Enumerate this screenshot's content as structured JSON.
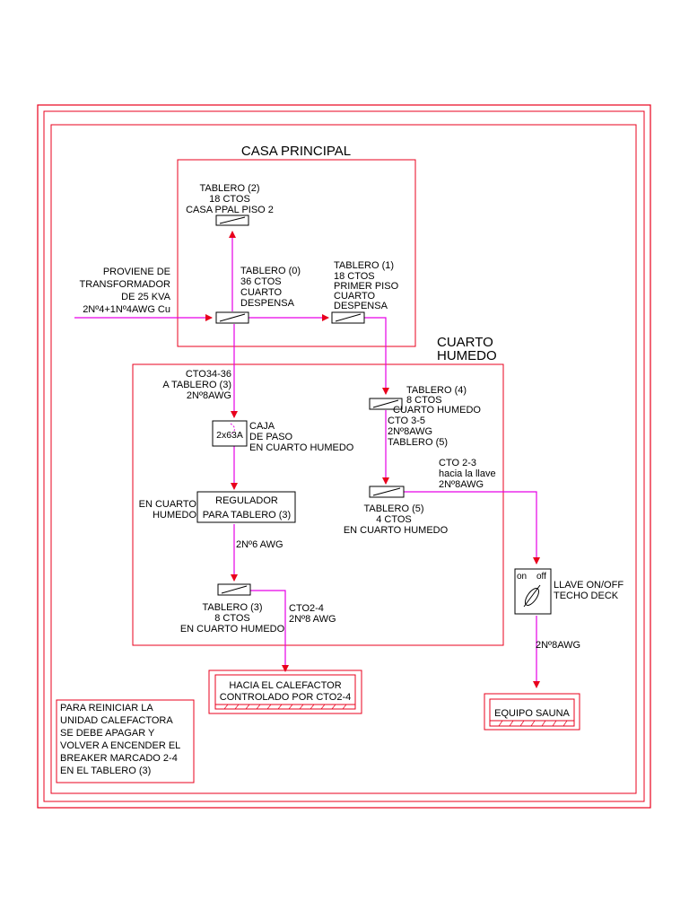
{
  "areas": {
    "casa_principal": "CASA PRINCIPAL",
    "cuarto_humedo": [
      "CUARTO",
      "HUMEDO"
    ]
  },
  "source": [
    "PROVIENE DE",
    "TRANSFORMADOR",
    "DE 25 KVA",
    "2Nº4+1Nº4AWG Cu"
  ],
  "boards": {
    "t0": [
      "TABLERO (0)",
      "36 CTOS",
      "CUARTO",
      "DESPENSA"
    ],
    "t1": [
      "TABLERO (1)",
      "18 CTOS",
      "PRIMER  PISO",
      "CUARTO",
      "DESPENSA"
    ],
    "t2": [
      "TABLERO (2)",
      "18 CTOS",
      "CASA PPAL PISO 2"
    ],
    "t4": [
      "TABLERO (4)",
      "8 CTOS",
      "CUARTO HUMEDO"
    ],
    "t5": [
      "TABLERO (5)",
      "4 CTOS",
      "EN CUARTO HUMEDO"
    ],
    "t3": [
      "TABLERO (3)",
      "8 CTOS",
      "EN CUARTO HUMEDO"
    ]
  },
  "feeders": {
    "cto34_36": [
      "CTO34-36",
      "A TABLERO (3)",
      "2Nº8AWG"
    ],
    "cto3_5": [
      "CTO 3-5",
      "2Nº8AWG",
      "TABLERO (5)"
    ],
    "cto2_3": [
      "CTO 2-3",
      "hacia la llave",
      "2Nº8AWG"
    ],
    "awg6": "2Nº6 AWG",
    "cto2_4": [
      "CTO2-4",
      "2Nº8 AWG"
    ],
    "sauna_cable": "2Nº8AWG"
  },
  "junction_box": {
    "rating": "2x63A",
    "label": [
      "CAJA",
      "DE PASO",
      "EN CUARTO HUMEDO"
    ]
  },
  "regulator": {
    "box": [
      "REGULADOR",
      "PARA TABLERO (3)"
    ],
    "location": [
      "EN CUARTO",
      "HUMEDO"
    ]
  },
  "switch": {
    "on": "on",
    "off": "off",
    "label": [
      "LLAVE ON/OFF",
      "TECHO DECK"
    ]
  },
  "loads": {
    "heater": [
      "HACIA EL CALEFACTOR",
      "CONTROLADO POR CTO2-4"
    ],
    "sauna": "EQUIPO SAUNA"
  },
  "note": [
    "PARA REINICIAR LA",
    "UNIDAD CALEFACTORA",
    "SE DEBE APAGAR Y",
    "VOLVER A ENCENDER  EL",
    "BREAKER MARCADO 2-4",
    "EN EL TABLERO (3)"
  ],
  "colors": {
    "frame": "#e8001c",
    "wire": "#e600e6",
    "outline": "#000000"
  }
}
